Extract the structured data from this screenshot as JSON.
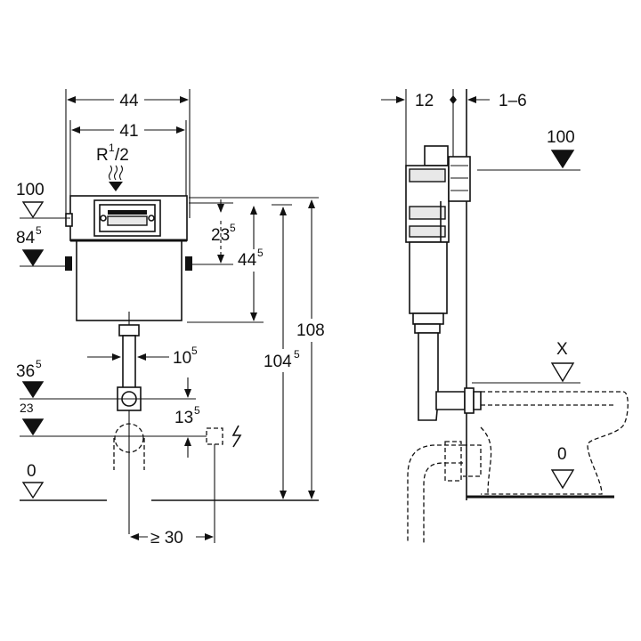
{
  "left_view": {
    "width_outer": "44",
    "width_inner": "41",
    "connection": {
      "main": "R",
      "sup": "1",
      "rest": "/2"
    },
    "level_top": "100",
    "level_mid": {
      "main": "84",
      "sup": "5"
    },
    "dim_23_5": {
      "main": "23",
      "sup": "5"
    },
    "dim_44_5": {
      "main": "44",
      "sup": "5"
    },
    "dim_108": "108",
    "dim_104_5": {
      "main": "104",
      "sup": "5"
    },
    "dim_10_5": {
      "main": "10",
      "sup": "5"
    },
    "level_36_5": {
      "main": "36",
      "sup": "5"
    },
    "level_23": "23",
    "dim_13_5": {
      "main": "13",
      "sup": "5"
    },
    "level_zero": "0",
    "dim_min_30": "≥ 30"
  },
  "right_view": {
    "dim_12": "12",
    "dim_1_6": "1–6",
    "level_top": "100",
    "level_x": "X",
    "level_zero": "0"
  }
}
